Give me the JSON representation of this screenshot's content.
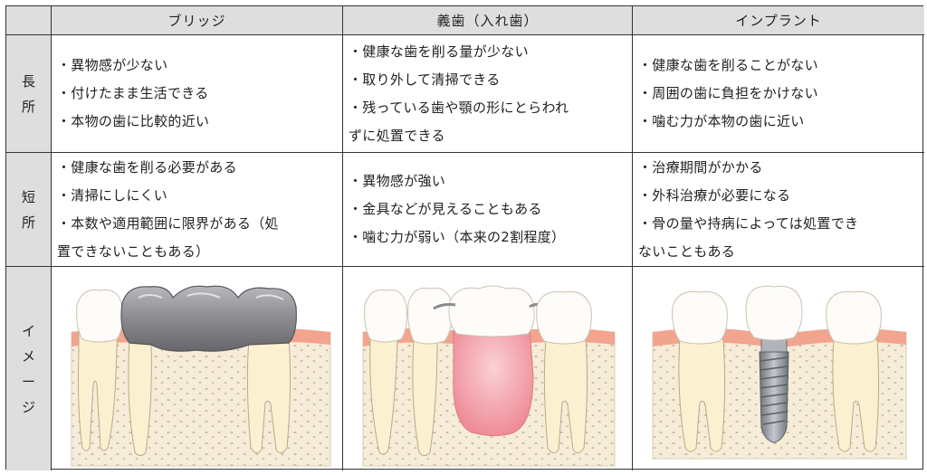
{
  "headers": {
    "corner": "",
    "bridge": "ブリッジ",
    "denture": "義歯（入れ歯）",
    "implant": "インプラント"
  },
  "row_labels": {
    "pros": [
      "長",
      "所"
    ],
    "cons": [
      "短",
      "所"
    ],
    "image": [
      "イ",
      "メ",
      "ー",
      "ジ"
    ]
  },
  "pros": {
    "bridge": [
      "・異物感が少ない",
      "・付けたまま生活できる",
      "・本物の歯に比較的近い"
    ],
    "denture": [
      "・健康な歯を削る量が少ない",
      "・取り外して清掃できる",
      "・残っている歯や顎の形にとらわれ",
      "ずに処置できる"
    ],
    "implant": [
      "・健康な歯を削ることがない",
      "・周囲の歯に負担をかけない",
      "・噛む力が本物の歯に近い"
    ]
  },
  "cons": {
    "bridge": [
      "・健康な歯を削る必要がある",
      "・清掃にしにくい",
      "・本数や適用範囲に限界がある（処",
      "置できないこともある）"
    ],
    "denture": [
      "・異物感が強い",
      "・金具などが見えることもある",
      "・噛む力が弱い（本来の2割程度）"
    ],
    "implant": [
      "・治療期間がかかる",
      "・外科治療が必要になる",
      "・骨の量や持病によっては処置でき",
      "ないこともある"
    ]
  },
  "colors": {
    "header_bg": "#dedede",
    "border": "#333333",
    "gum": "#f2a48f",
    "bone": "#f6ecd8",
    "root": "#fbf0cf",
    "metal": "#8f8f93",
    "denture_base": "#f1a3ad",
    "implant_post": "#9a9ea5"
  },
  "icons": {
    "bridge": "bridge-illustration",
    "denture": "denture-illustration",
    "implant": "implant-illustration"
  }
}
